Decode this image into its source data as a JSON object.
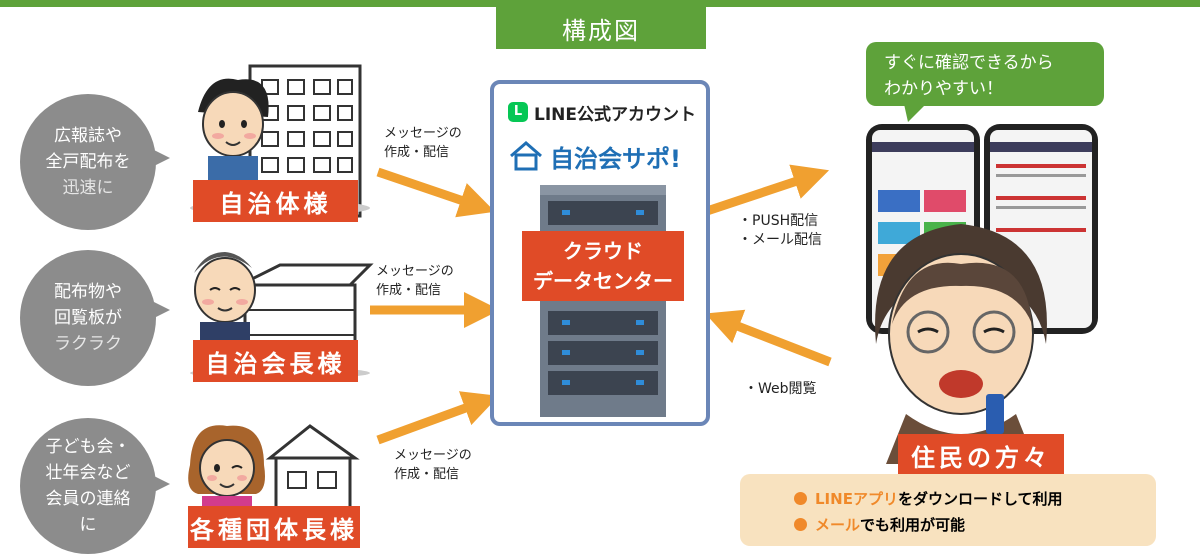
{
  "title": "構成図",
  "left_groups": [
    {
      "bubble": [
        "広報誌や",
        "全戸配布を",
        "迅速に"
      ],
      "label": "自治体様"
    },
    {
      "bubble": [
        "配布物や",
        "回覧板が",
        "ラクラク"
      ],
      "label": "自治会長様"
    },
    {
      "bubble": [
        "子ども会・",
        "壮年会など",
        "会員の連絡",
        "に"
      ],
      "label": "各種団体長様"
    }
  ],
  "arrow_labels": {
    "top": [
      "メッセージの",
      "作成・配信"
    ],
    "middle": [
      "メッセージの",
      "作成・配信"
    ],
    "bottom": [
      "メッセージの",
      "作成・配信"
    ],
    "push": [
      "・PUSH配信",
      "・メール配信"
    ],
    "web": "・Web閲覧"
  },
  "center": {
    "line_logo": "LINE公式アカウント",
    "brand": "自治会サポ!",
    "cloud_label": [
      "クラウド",
      "データセンター"
    ]
  },
  "right": {
    "speech": [
      "すぐに確認できるから",
      "わかりやすい！"
    ],
    "label": "住民の方々",
    "notes": [
      {
        "highlight": "LINEアプリ",
        "text": "をダウンロードして利用"
      },
      {
        "highlight": "メール",
        "text": "でも利用が可能"
      }
    ]
  },
  "colors": {
    "green": "#5ea23a",
    "red": "#e04b27",
    "orange": "#f0a030",
    "gray": "#8c8c8c",
    "blue": "#6b86b7"
  }
}
